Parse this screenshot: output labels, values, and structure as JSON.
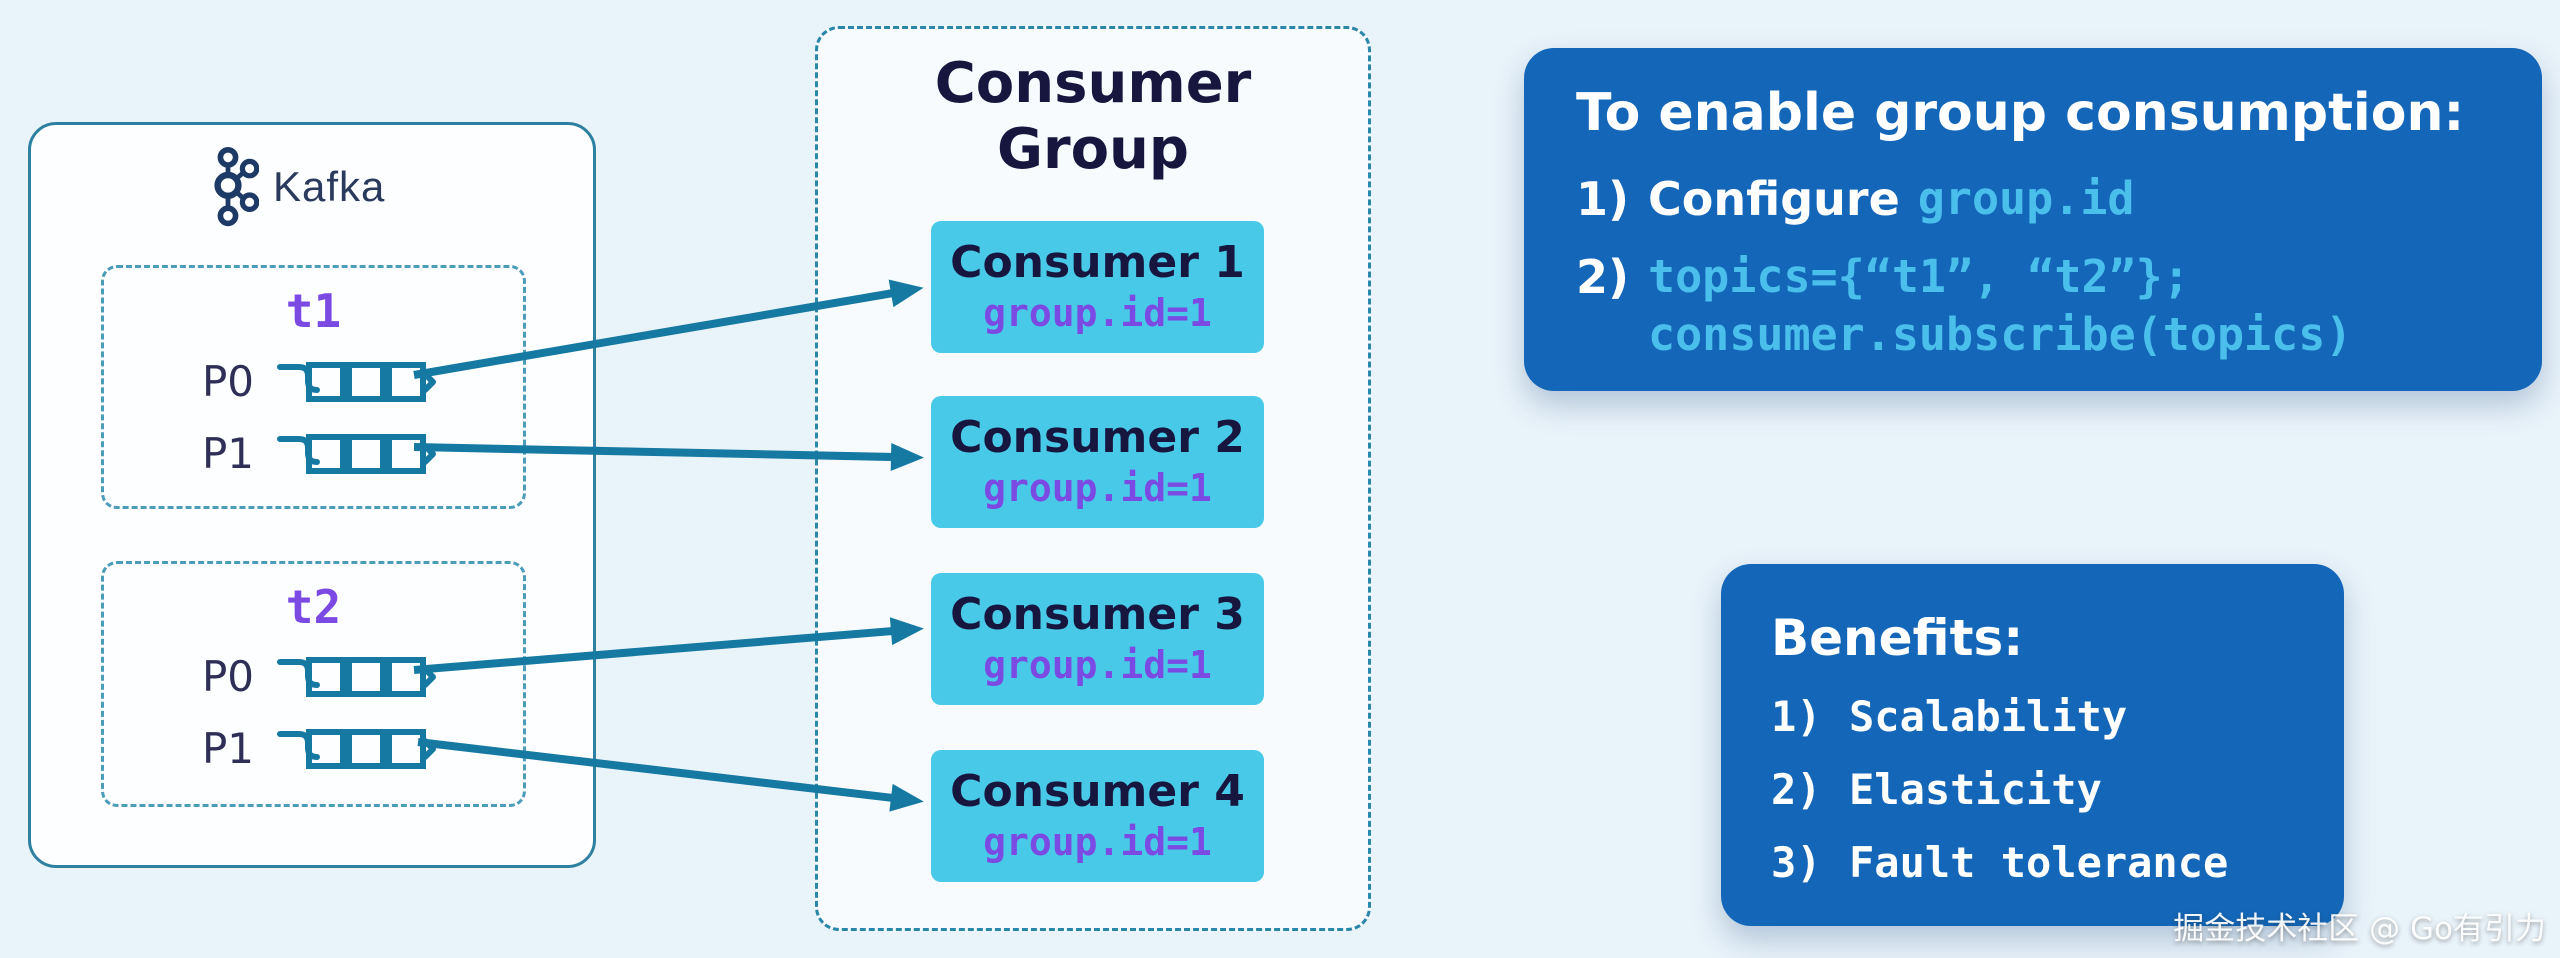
{
  "kafka_panel": {
    "logo_label": "Kafka",
    "topics": [
      {
        "name": "t1",
        "partitions": [
          "P0",
          "P1"
        ]
      },
      {
        "name": "t2",
        "partitions": [
          "P0",
          "P1"
        ]
      }
    ]
  },
  "consumer_group": {
    "title": "Consumer Group",
    "consumers": [
      {
        "label": "Consumer 1",
        "group_id": "group.id=1"
      },
      {
        "label": "Consumer 2",
        "group_id": "group.id=1"
      },
      {
        "label": "Consumer 3",
        "group_id": "group.id=1"
      },
      {
        "label": "Consumer 4",
        "group_id": "group.id=1"
      }
    ]
  },
  "enable_box": {
    "title": "To enable group consumption:",
    "item1_num": "1)",
    "item1_text": "Configure",
    "item1_code": "group.id",
    "item2_num": "2)",
    "item2_code_line1": "topics={“t1”, “t2”};",
    "item2_code_line2": "consumer.subscribe(topics)"
  },
  "benefits_box": {
    "title": "Benefits:",
    "items": [
      {
        "num": "1)",
        "text": "Scalability"
      },
      {
        "num": "2)",
        "text": "Elasticity"
      },
      {
        "num": "3)",
        "text": "Fault tolerance"
      }
    ]
  },
  "watermark": "掘金技术社区 @ Go有引力",
  "colors": {
    "background": "#e9f3fa",
    "panel_border_teal": "#2e80a0",
    "dashed_teal": "#2b87a9",
    "arrow_teal": "#1579a2",
    "card_cyan": "#49c9e8",
    "navy_text": "#16163f",
    "purple_code": "#7b4ae2",
    "info_box_blue": "#1366b8",
    "code_cyan": "#4bbfec",
    "kafka_logo_navy": "#1d3a66"
  }
}
